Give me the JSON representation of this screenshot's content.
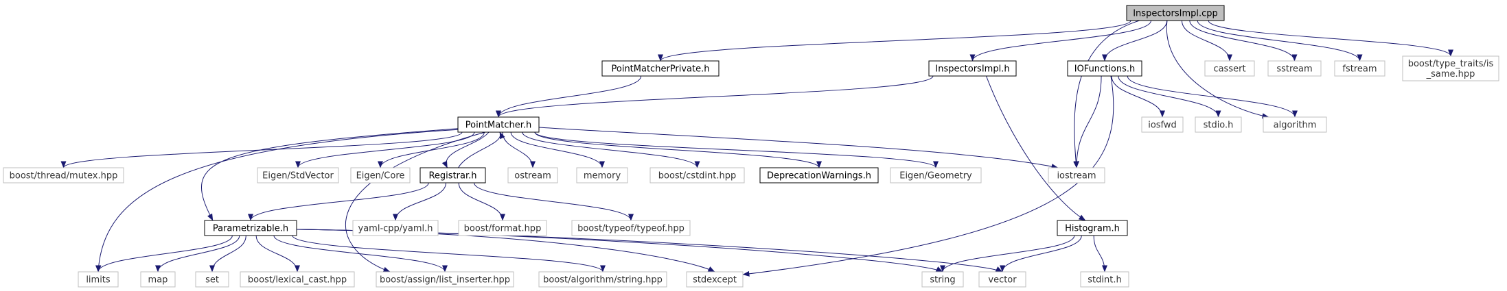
{
  "colors": {
    "edge": "#191970",
    "root_fill": "#bfbfbf",
    "node_border_black": "#000000",
    "node_border_gray": "#bfbfbf",
    "text_black": "#000000",
    "text_gray": "#333333"
  },
  "nodes": [
    {
      "id": "inspectors_impl_cpp",
      "label": "InspectorsImpl.cpp",
      "kind": "root"
    },
    {
      "id": "point_matcher_private_h",
      "label": "PointMatcherPrivate.h",
      "kind": "local"
    },
    {
      "id": "inspectors_impl_h",
      "label": "InspectorsImpl.h",
      "kind": "local"
    },
    {
      "id": "io_functions_h",
      "label": "IOFunctions.h",
      "kind": "local"
    },
    {
      "id": "cassert",
      "label": "cassert",
      "kind": "external"
    },
    {
      "id": "sstream",
      "label": "sstream",
      "kind": "external"
    },
    {
      "id": "fstream",
      "label": "fstream",
      "kind": "external"
    },
    {
      "id": "type_traits",
      "label": "boost/type_traits/is\n_same.hpp",
      "kind": "external"
    },
    {
      "id": "point_matcher_h",
      "label": "PointMatcher.h",
      "kind": "local"
    },
    {
      "id": "iosfwd",
      "label": "iosfwd",
      "kind": "external"
    },
    {
      "id": "stdio_h",
      "label": "stdio.h",
      "kind": "external"
    },
    {
      "id": "algorithm",
      "label": "algorithm",
      "kind": "external"
    },
    {
      "id": "boost_thread_mutex",
      "label": "boost/thread/mutex.hpp",
      "kind": "external"
    },
    {
      "id": "eigen_stdvector",
      "label": "Eigen/StdVector",
      "kind": "external"
    },
    {
      "id": "eigen_core",
      "label": "Eigen/Core",
      "kind": "external"
    },
    {
      "id": "registrar_h",
      "label": "Registrar.h",
      "kind": "local"
    },
    {
      "id": "ostream",
      "label": "ostream",
      "kind": "external"
    },
    {
      "id": "memory",
      "label": "memory",
      "kind": "external"
    },
    {
      "id": "boost_cstdint",
      "label": "boost/cstdint.hpp",
      "kind": "external"
    },
    {
      "id": "deprecation_warnings_h",
      "label": "DeprecationWarnings.h",
      "kind": "local"
    },
    {
      "id": "eigen_geometry",
      "label": "Eigen/Geometry",
      "kind": "external"
    },
    {
      "id": "iostream",
      "label": "iostream",
      "kind": "external"
    },
    {
      "id": "parametrizable_h",
      "label": "Parametrizable.h",
      "kind": "local"
    },
    {
      "id": "yaml_cpp",
      "label": "yaml-cpp/yaml.h",
      "kind": "external"
    },
    {
      "id": "boost_format",
      "label": "boost/format.hpp",
      "kind": "external"
    },
    {
      "id": "boost_typeof",
      "label": "boost/typeof/typeof.hpp",
      "kind": "external"
    },
    {
      "id": "histogram_h",
      "label": "Histogram.h",
      "kind": "local"
    },
    {
      "id": "limits",
      "label": "limits",
      "kind": "external"
    },
    {
      "id": "map",
      "label": "map",
      "kind": "external"
    },
    {
      "id": "set",
      "label": "set",
      "kind": "external"
    },
    {
      "id": "boost_lexical_cast",
      "label": "boost/lexical_cast.hpp",
      "kind": "external"
    },
    {
      "id": "boost_assign_list_inserter",
      "label": "boost/assign/list_inserter.hpp",
      "kind": "external"
    },
    {
      "id": "boost_algorithm_string",
      "label": "boost/algorithm/string.hpp",
      "kind": "external"
    },
    {
      "id": "stdexcept",
      "label": "stdexcept",
      "kind": "external"
    },
    {
      "id": "string",
      "label": "string",
      "kind": "external"
    },
    {
      "id": "vector",
      "label": "vector",
      "kind": "external"
    },
    {
      "id": "stdint_h",
      "label": "stdint.h",
      "kind": "external"
    }
  ],
  "edges": [
    [
      "inspectors_impl_cpp",
      "point_matcher_private_h"
    ],
    [
      "inspectors_impl_cpp",
      "inspectors_impl_h"
    ],
    [
      "inspectors_impl_cpp",
      "io_functions_h"
    ],
    [
      "inspectors_impl_cpp",
      "iostream"
    ],
    [
      "inspectors_impl_cpp",
      "cassert"
    ],
    [
      "inspectors_impl_cpp",
      "sstream"
    ],
    [
      "inspectors_impl_cpp",
      "fstream"
    ],
    [
      "inspectors_impl_cpp",
      "algorithm"
    ],
    [
      "inspectors_impl_cpp",
      "type_traits"
    ],
    [
      "point_matcher_private_h",
      "point_matcher_h"
    ],
    [
      "inspectors_impl_h",
      "point_matcher_h"
    ],
    [
      "inspectors_impl_h",
      "histogram_h"
    ],
    [
      "io_functions_h",
      "iostream"
    ],
    [
      "io_functions_h",
      "iosfwd"
    ],
    [
      "io_functions_h",
      "stdio_h"
    ],
    [
      "io_functions_h",
      "algorithm"
    ],
    [
      "io_functions_h",
      "stdexcept"
    ],
    [
      "point_matcher_h",
      "boost_thread_mutex"
    ],
    [
      "point_matcher_h",
      "eigen_stdvector"
    ],
    [
      "point_matcher_h",
      "eigen_core"
    ],
    [
      "point_matcher_h",
      "registrar_h"
    ],
    [
      "point_matcher_h",
      "ostream"
    ],
    [
      "point_matcher_h",
      "memory"
    ],
    [
      "point_matcher_h",
      "boost_cstdint"
    ],
    [
      "point_matcher_h",
      "deprecation_warnings_h"
    ],
    [
      "point_matcher_h",
      "eigen_geometry"
    ],
    [
      "point_matcher_h",
      "iostream"
    ],
    [
      "point_matcher_h",
      "parametrizable_h"
    ],
    [
      "point_matcher_h",
      "limits"
    ],
    [
      "point_matcher_h",
      "boost_assign_list_inserter"
    ],
    [
      "registrar_h",
      "point_matcher_h"
    ],
    [
      "registrar_h",
      "parametrizable_h"
    ],
    [
      "registrar_h",
      "yaml_cpp"
    ],
    [
      "registrar_h",
      "boost_format"
    ],
    [
      "registrar_h",
      "boost_typeof"
    ],
    [
      "parametrizable_h",
      "limits"
    ],
    [
      "parametrizable_h",
      "map"
    ],
    [
      "parametrizable_h",
      "set"
    ],
    [
      "parametrizable_h",
      "boost_lexical_cast"
    ],
    [
      "parametrizable_h",
      "boost_assign_list_inserter"
    ],
    [
      "parametrizable_h",
      "boost_algorithm_string"
    ],
    [
      "parametrizable_h",
      "stdexcept"
    ],
    [
      "parametrizable_h",
      "string"
    ],
    [
      "parametrizable_h",
      "vector"
    ],
    [
      "histogram_h",
      "string"
    ],
    [
      "histogram_h",
      "vector"
    ],
    [
      "histogram_h",
      "stdint_h"
    ]
  ]
}
